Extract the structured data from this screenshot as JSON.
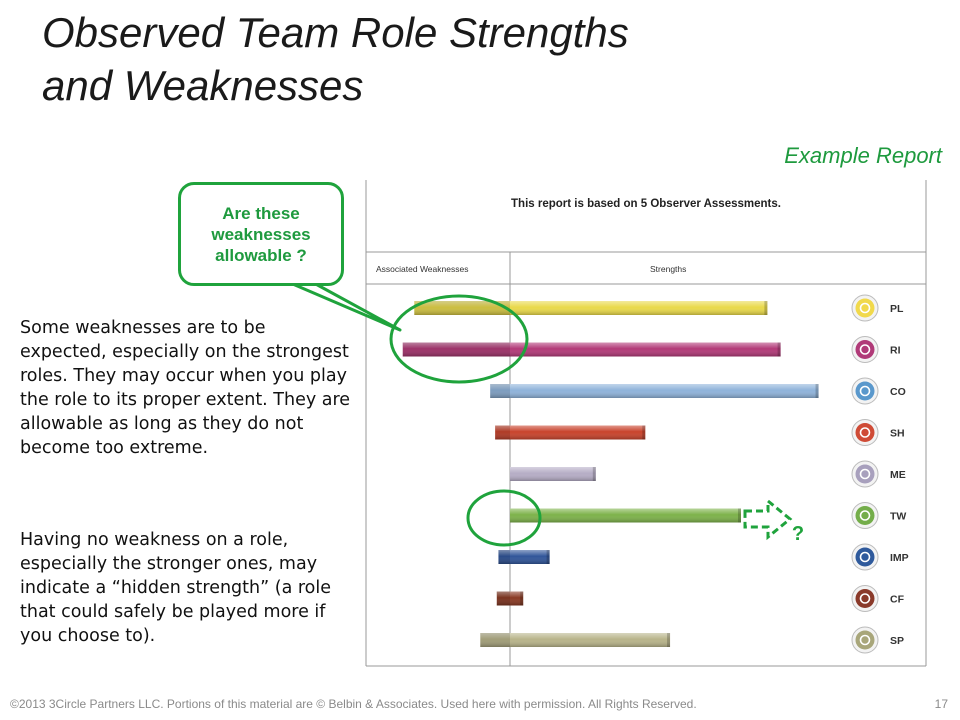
{
  "slide": {
    "title_line1": "Observed Team Role Strengths",
    "title_line2": "and Weaknesses",
    "example_label": "Example Report",
    "bubble_text": "Are these weaknesses allowable ?",
    "paragraph1": "Some weaknesses are  to be expected, especially on the strongest roles.  They may occur when you play the role to its proper extent.  They are allowable as long as they do not become too extreme.",
    "paragraph2": "Having no weakness on a role, especially the stronger ones, may indicate a “hidden strength” (a role that could safely be played more if you choose to).",
    "question_mark": "?",
    "footer": "©2013 3Circle Partners LLC. Portions of this material are © Belbin & Associates.  Used here with permission.  All Rights Reserved.",
    "page_number": "17"
  },
  "chart_data": {
    "type": "bar",
    "title": "This report is based on 5 Observer Assessments.",
    "weakness_header": "Associated Weaknesses",
    "strength_header": "Strengths",
    "categories": [
      "PL",
      "RI",
      "CO",
      "SH",
      "ME",
      "TW",
      "IMP",
      "CF",
      "SP"
    ],
    "weakness_values": [
      0.58,
      0.65,
      0.12,
      0.09,
      0.0,
      0.0,
      0.07,
      0.08,
      0.18
    ],
    "strength_values": [
      1.56,
      1.64,
      1.87,
      0.82,
      0.52,
      1.4,
      0.24,
      0.08,
      0.97
    ],
    "colors": [
      "#e9d94a",
      "#b23a78",
      "#8fb3da",
      "#c8432c",
      "#b6adc6",
      "#7db24a",
      "#31569a",
      "#8a3a24",
      "#b8b48a"
    ],
    "icon_colors": [
      "#f1d94b",
      "#b03a78",
      "#5a98cc",
      "#cf4b36",
      "#a8a0bd",
      "#74ad4a",
      "#2f5a9c",
      "#8a3a2a",
      "#a8a67a"
    ],
    "highlight_color": "#1fa33c"
  }
}
